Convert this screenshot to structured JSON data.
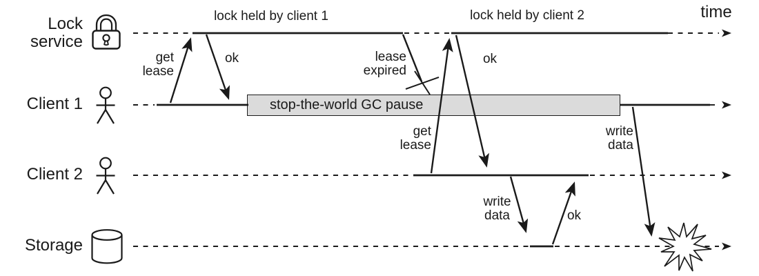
{
  "colors": {
    "ink": "#1a1a1a",
    "gc_fill": "#dbdbdb",
    "background": "#ffffff"
  },
  "lanes": [
    {
      "id": "lock-service",
      "label": "Lock service",
      "icon": "padlock-icon"
    },
    {
      "id": "client-1",
      "label": "Client 1",
      "icon": "person-icon"
    },
    {
      "id": "client-2",
      "label": "Client 2",
      "icon": "person-icon"
    },
    {
      "id": "storage",
      "label": "Storage",
      "icon": "database-icon"
    }
  ],
  "annotations": {
    "time_axis": "time",
    "lock_held_by_client_1": "lock held by client 1",
    "lock_held_by_client_2": "lock held by client 2",
    "client1_get_lease": "get lease",
    "client1_ok": "ok",
    "lease_expired": "lease expired",
    "client2_get_lease": "get lease",
    "client2_ok": "ok",
    "client2_write_data": "write data",
    "storage_ok": "ok",
    "client1_write_data": "write data",
    "gc_pause": "stop-the-world GC pause"
  }
}
